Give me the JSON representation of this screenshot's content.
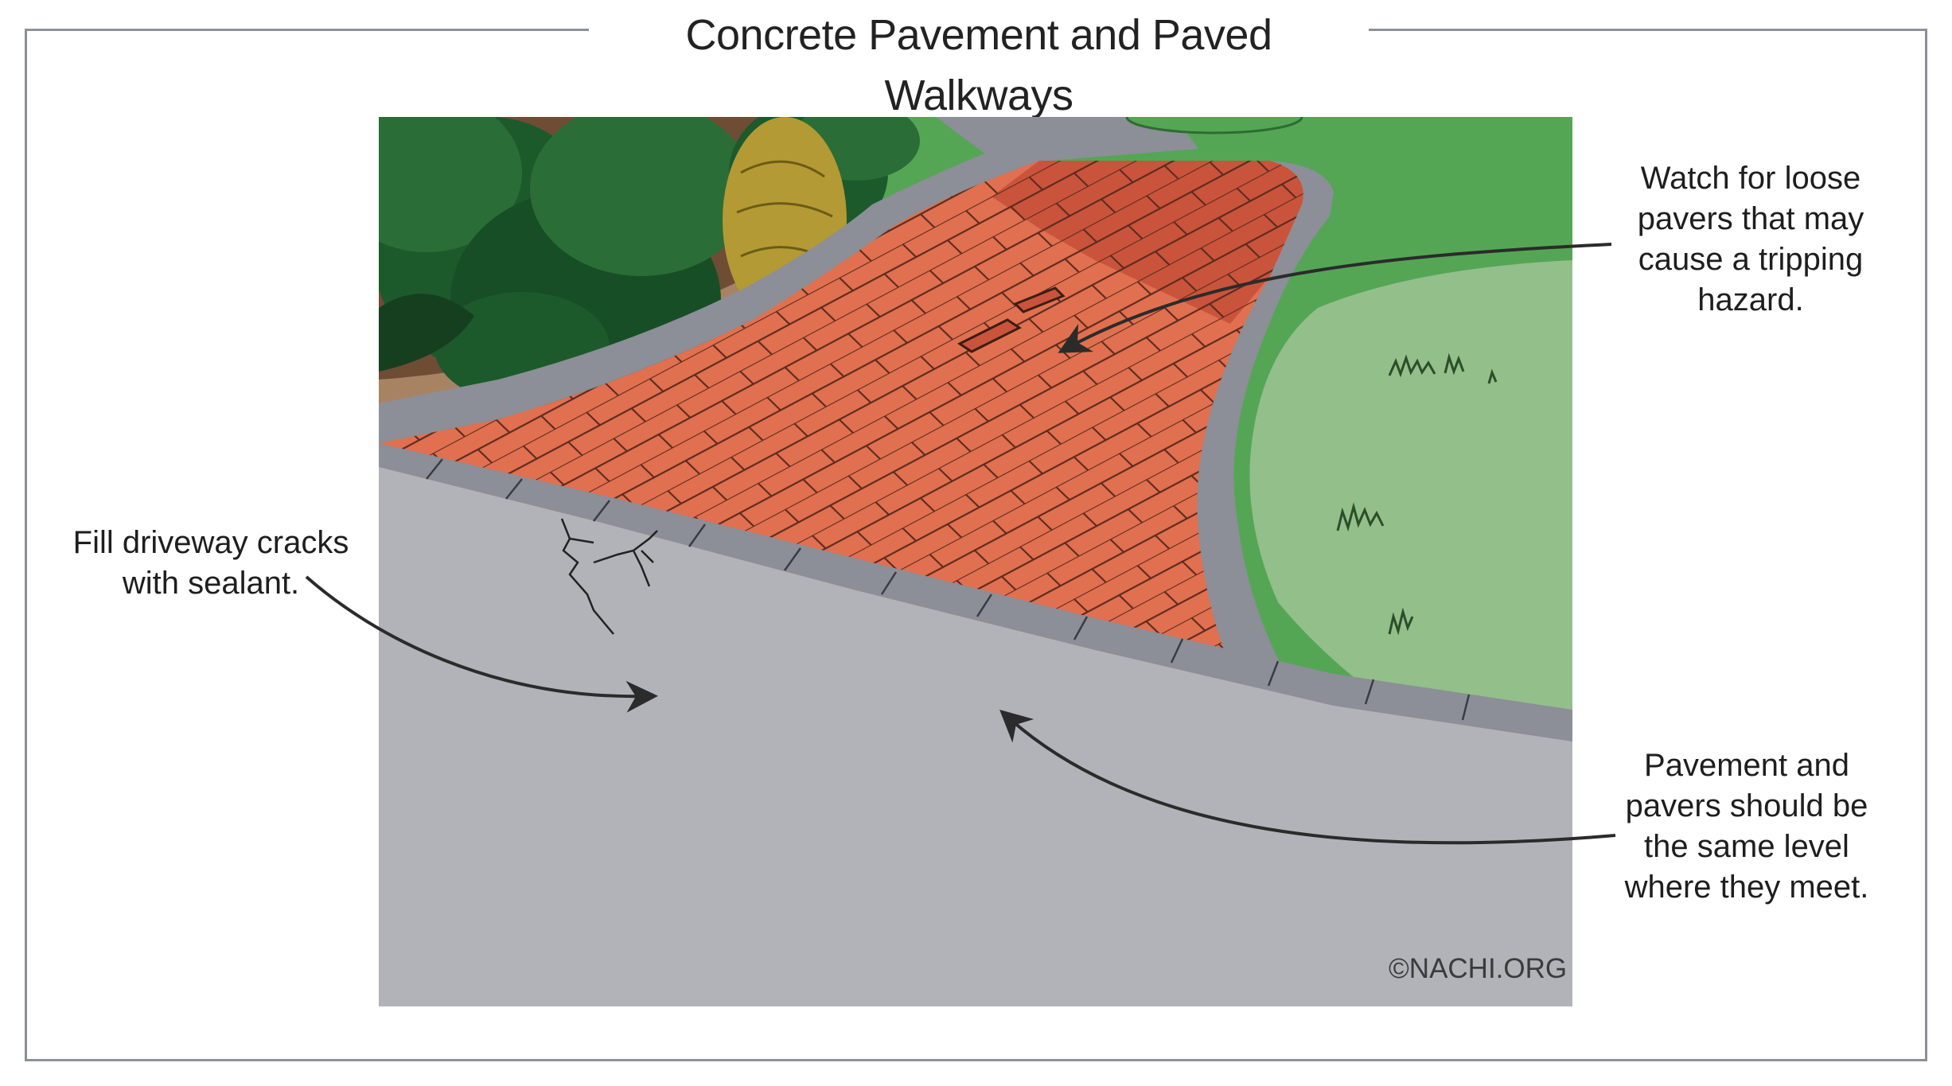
{
  "title": "Concrete Pavement and Paved Walkways",
  "annotations": {
    "loose_pavers": [
      "Watch for loose",
      "pavers that may",
      "cause a tripping",
      "hazard."
    ],
    "cracks": [
      "Fill driveway cracks",
      "with sealant."
    ],
    "level": [
      "Pavement and",
      "pavers should be",
      "the same level",
      "where they meet."
    ]
  },
  "copyright": "©NACHI.ORG",
  "colors": {
    "frame": "#8e9097",
    "pavement": "#b2b3b9",
    "pavers": "#e0704f",
    "pavers_shadow": "#c9543b",
    "edging": "#8c8e98",
    "lawn": "#93bf8a",
    "lawn_back": "#54a655",
    "mulch": "#a88363",
    "shrub": "#1c5a2c",
    "shrub_gold": "#b39a34",
    "arrow": "#2b2b2b"
  }
}
